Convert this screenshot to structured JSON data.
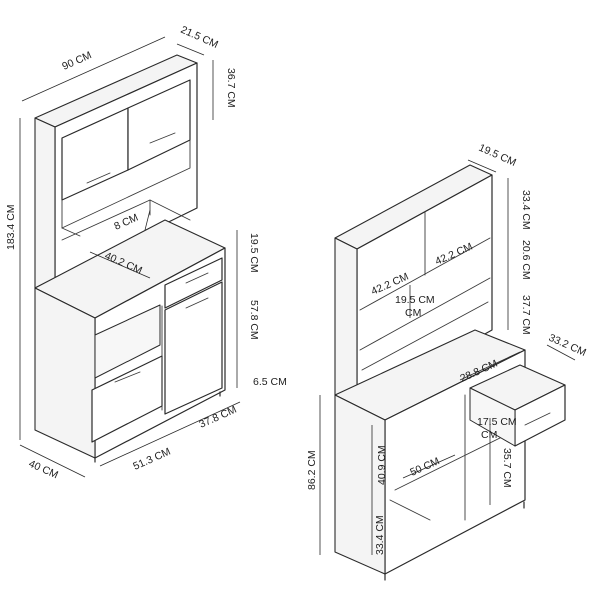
{
  "left_cabinet": {
    "width": "90 CM",
    "top_depth": "21.5 CM",
    "top_height": "36.7 CM",
    "height": "183.4 CM",
    "shelf_gap": "8 CM",
    "niche_width": "40.2 CM",
    "drawer_height": "19.5 CM",
    "door_height": "57.8 CM",
    "leg_height": "6.5 CM",
    "base_depth": "40 CM",
    "left_width": "51.3 CM",
    "right_width": "37.8 CM"
  },
  "right_cabinet": {
    "top_depth": "19.5 CM",
    "top_shelf": "33.4 CM",
    "mid_shelf": "20.6 CM",
    "lower_shelf": "37.7 CM",
    "cube_width_left": "42.2 CM",
    "cube_width_right": "42.2 CM",
    "shelf_gap": "19.5 CM",
    "drawer_depth": "33.2 CM",
    "drawer_width": "28.8 CM",
    "drawer_height": "17.5 CM",
    "base_height": "86.2 CM",
    "base_upper": "40.9 CM",
    "base_lower": "33.4 CM",
    "base_width": "50 CM",
    "side_upper": "35.7 CM"
  }
}
